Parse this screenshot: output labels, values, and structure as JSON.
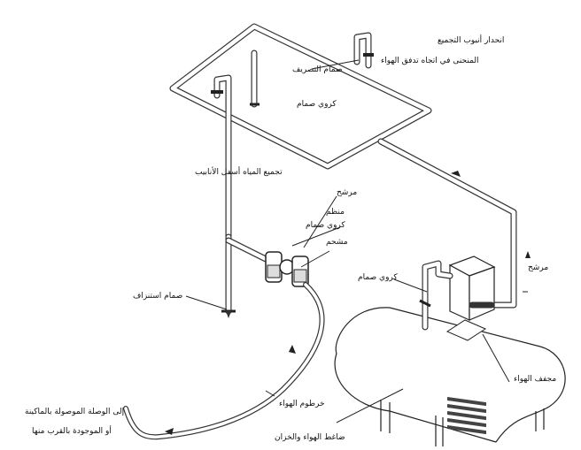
{
  "labels": {
    "drain_header": "انحدار أنبوب التجميع",
    "flow_direction": "المنحنى في اتجاه تدفق الهواء",
    "drain_valve_top": "صمام التصريف",
    "ball_valve_top": "كروي صمام",
    "drop_leg": "تجميع المياه أسفل الأنابيب",
    "filter": "مرشح",
    "ball_valve_mid": "كروي صمام",
    "regulator": "منظم",
    "lubricator": "مشحم",
    "ball_valve_right": "كروي صمام",
    "filter_right": "مرشح",
    "drain_valve_left": "صمام استنزاف",
    "air_dryer": "مجفف الهواء",
    "air_hose": "خرطوم الهواء",
    "hose_destination_1": "إلى الوصلة الموصولة بالماكينة",
    "hose_destination_2": "أو الموجودة بالقرب منها",
    "compressor_tank": "ضاغط الهواء والخزان"
  }
}
